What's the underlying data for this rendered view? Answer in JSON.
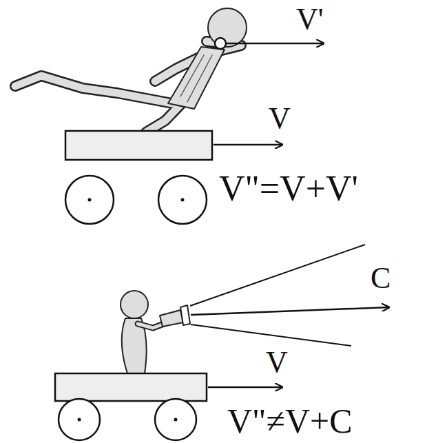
{
  "diagram": {
    "labels": [
      "V'",
      "V",
      "V\"=V+V'",
      "C",
      "V",
      "V\"≠V+C"
    ]
  }
}
